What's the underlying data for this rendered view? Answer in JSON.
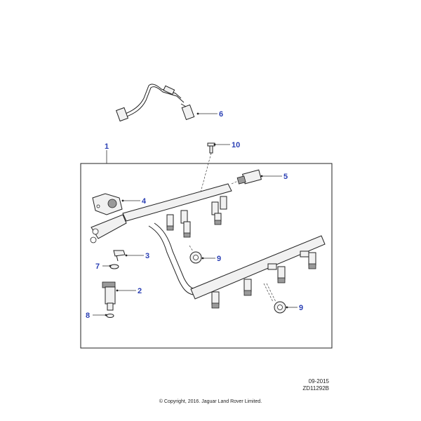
{
  "callouts": {
    "c1": "1",
    "c2": "2",
    "c3": "3",
    "c4": "4",
    "c5": "5",
    "c6": "6",
    "c7": "7",
    "c8": "8",
    "c9a": "9",
    "c9b": "9",
    "c10": "10"
  },
  "colors": {
    "callout": "#2a3fb4",
    "line": "#222222",
    "part_fill": "#f1f1f1",
    "part_shade": "#9a9a9a"
  },
  "footer": {
    "date_code": "09-2015",
    "ref_code": "ZD11292B",
    "copyright": "© Copyright, 2016. Jaguar Land Rover Limited."
  }
}
